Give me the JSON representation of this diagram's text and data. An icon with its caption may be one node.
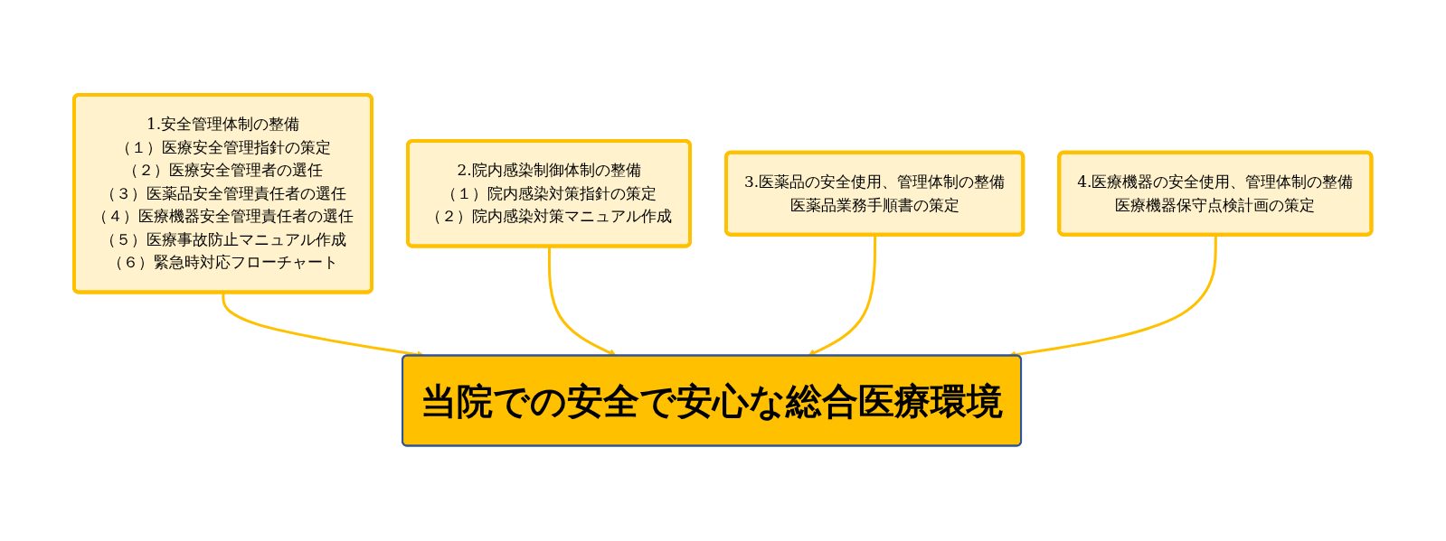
{
  "diagram": {
    "nodes": [
      {
        "text": [
          "1.安全管理体制の整備",
          "（１）医療安全管理指針の策定",
          "（２）医療安全管理者の選任",
          "（３）医薬品安全管理責任者の選任",
          "（４）医療機器安全管理責任者の選任",
          "（５）医療事故防止マニュアル作成",
          "（６）緊急時対応フローチャート"
        ]
      },
      {
        "text": [
          "2.院内感染制御体制の整備",
          "（１）院内感染対策指針の策定",
          "（２）院内感染対策マニュアル作成"
        ]
      },
      {
        "text": [
          "当院での安全で安心な総合医療環境"
        ]
      },
      {
        "text": [
          "3.医薬品の安全使用、管理体制の整備",
          "医薬品業務手順書の策定"
        ]
      },
      {
        "text": [
          "4.医療機器の安全使用、管理体制の整備",
          "医療機器保守点検計画の策定"
        ]
      }
    ],
    "edges": [
      {
        "from": 0,
        "to": 2,
        "arrow": "to"
      },
      {
        "from": 1,
        "to": 2,
        "arrow": "to"
      },
      {
        "from": 3,
        "to": 2,
        "arrow": "to"
      },
      {
        "from": 4,
        "to": 2,
        "arrow": "to"
      }
    ]
  }
}
